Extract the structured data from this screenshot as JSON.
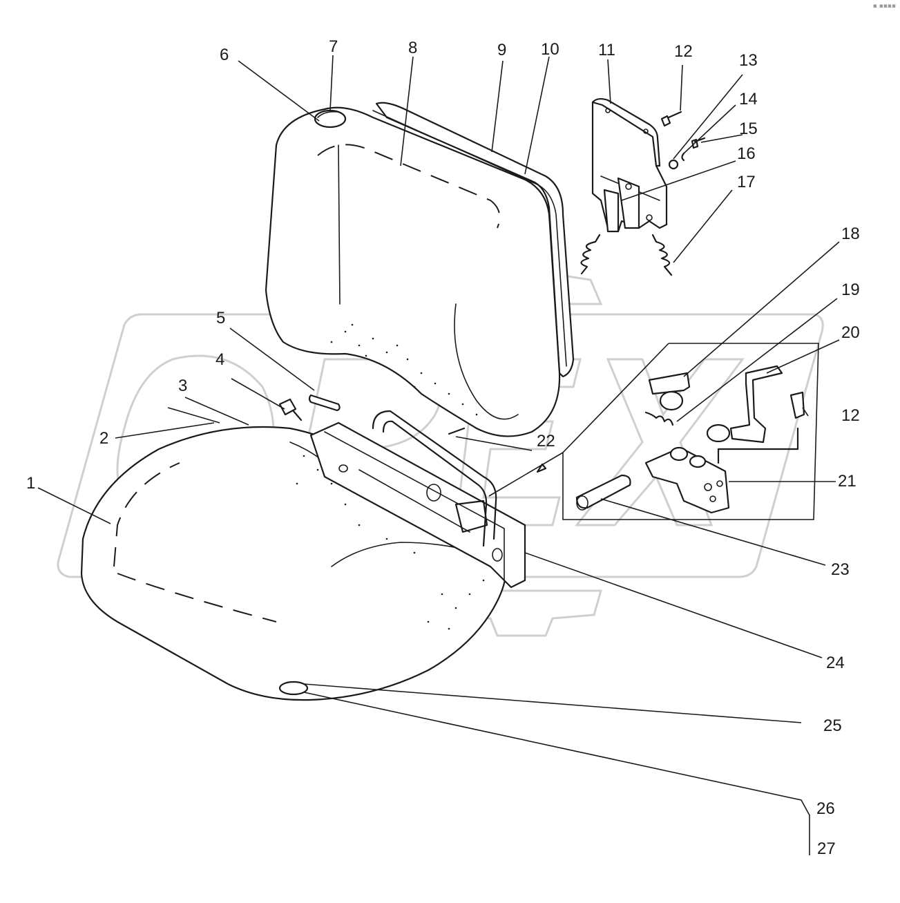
{
  "callouts": [
    {
      "id": "1",
      "label": "1"
    },
    {
      "id": "2",
      "label": "2"
    },
    {
      "id": "3",
      "label": "3"
    },
    {
      "id": "4",
      "label": "4"
    },
    {
      "id": "5",
      "label": "5"
    },
    {
      "id": "6",
      "label": "6"
    },
    {
      "id": "7",
      "label": "7"
    },
    {
      "id": "8",
      "label": "8"
    },
    {
      "id": "9",
      "label": "9"
    },
    {
      "id": "10",
      "label": "10"
    },
    {
      "id": "11",
      "label": "11"
    },
    {
      "id": "12a",
      "label": "12"
    },
    {
      "id": "13",
      "label": "13"
    },
    {
      "id": "14",
      "label": "14"
    },
    {
      "id": "15",
      "label": "15"
    },
    {
      "id": "16",
      "label": "16"
    },
    {
      "id": "17",
      "label": "17"
    },
    {
      "id": "18",
      "label": "18"
    },
    {
      "id": "19",
      "label": "19"
    },
    {
      "id": "20",
      "label": "20"
    },
    {
      "id": "12b",
      "label": "12"
    },
    {
      "id": "21",
      "label": "21"
    },
    {
      "id": "22",
      "label": "22"
    },
    {
      "id": "23",
      "label": "23"
    },
    {
      "id": "24",
      "label": "24"
    },
    {
      "id": "25",
      "label": "25"
    },
    {
      "id": "26",
      "label": "26"
    },
    {
      "id": "27",
      "label": "27"
    }
  ],
  "watermark": {
    "text": "OPEX"
  },
  "corner_mark": "▪ ▪▪▪▪"
}
